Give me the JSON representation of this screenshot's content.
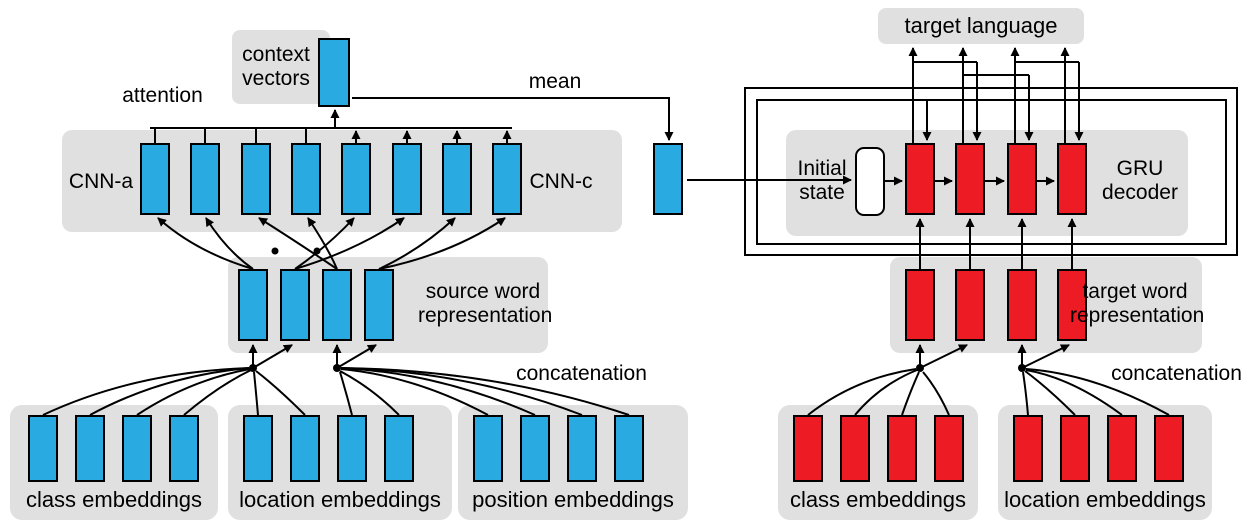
{
  "colors": {
    "encoder_units": "#29abe2",
    "decoder_units": "#ed1c24",
    "group_background": "#e0e0e0",
    "lines": "#000000",
    "initial_state_fill": "#ffffff"
  },
  "encoder": {
    "attention_label": "attention",
    "context_vectors_label": "context vectors",
    "mean_label": "mean",
    "cnn_a_label": "CNN-a",
    "cnn_c_label": "CNN-c",
    "cnn_units": 8,
    "source_word_representation_label": "source word representation",
    "source_word_units": 4,
    "concatenation_label": "concatenation",
    "embeddings": [
      {
        "label": "class embeddings",
        "units": 4
      },
      {
        "label": "location embeddings",
        "units": 4
      },
      {
        "label": "position embeddings",
        "units": 4
      }
    ]
  },
  "decoder": {
    "target_language_label": "target language",
    "initial_state_label": "Initial state",
    "gru_decoder_label": "GRU decoder",
    "gru_units": 4,
    "target_word_representation_label": "target word representation",
    "target_word_units": 4,
    "concatenation_label": "concatenation",
    "embeddings": [
      {
        "label": "class embeddings",
        "units": 4
      },
      {
        "label": "location embeddings",
        "units": 4
      }
    ]
  }
}
